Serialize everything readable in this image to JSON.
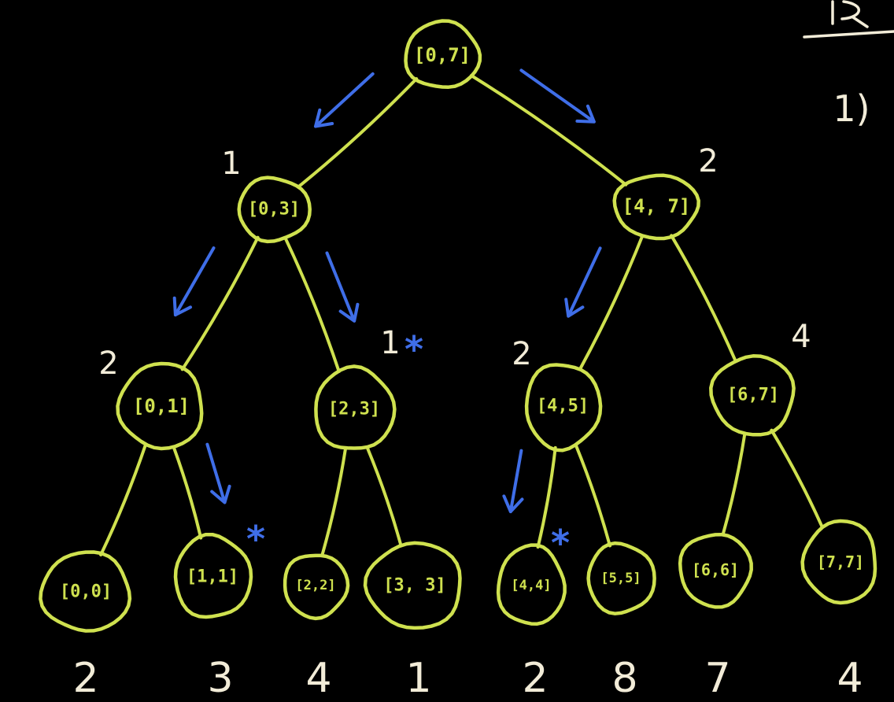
{
  "colors": {
    "background": "#000000",
    "tree": "#cfe14f",
    "annotation": "#f2ecd8",
    "arrow": "#3f6ee8"
  },
  "nodes": [
    {
      "id": "n0",
      "label": "[0,7]"
    },
    {
      "id": "n1",
      "label": "[0,3]"
    },
    {
      "id": "n2",
      "label": "[4, 7]"
    },
    {
      "id": "n3",
      "label": "[0,1]"
    },
    {
      "id": "n4",
      "label": "[2,3]"
    },
    {
      "id": "n5",
      "label": "[4,5]"
    },
    {
      "id": "n6",
      "label": "[6,7]"
    },
    {
      "id": "n7",
      "label": "[0,0]"
    },
    {
      "id": "n8",
      "label": "[1,1]"
    },
    {
      "id": "n9",
      "label": "[2,2]"
    },
    {
      "id": "n10",
      "label": "[3, 3]"
    },
    {
      "id": "n11",
      "label": "[4,4]"
    },
    {
      "id": "n12",
      "label": "[5,5]"
    },
    {
      "id": "n13",
      "label": "[6,6]"
    },
    {
      "id": "n14",
      "label": "[7,7]"
    }
  ],
  "edges": [
    [
      "n0",
      "n1"
    ],
    [
      "n0",
      "n2"
    ],
    [
      "n1",
      "n3"
    ],
    [
      "n1",
      "n4"
    ],
    [
      "n2",
      "n5"
    ],
    [
      "n2",
      "n6"
    ],
    [
      "n3",
      "n7"
    ],
    [
      "n3",
      "n8"
    ],
    [
      "n4",
      "n9"
    ],
    [
      "n4",
      "n10"
    ],
    [
      "n5",
      "n11"
    ],
    [
      "n5",
      "n12"
    ],
    [
      "n6",
      "n13"
    ],
    [
      "n6",
      "n14"
    ]
  ],
  "node_values": {
    "n1": "1",
    "n2": "2",
    "n3": "2",
    "n4": "1",
    "n5": "2",
    "n6": "4"
  },
  "starred": [
    "n4",
    "n8",
    "n11"
  ],
  "star_symbol": "*",
  "arrows": [
    "n0-n1",
    "n0-n2",
    "n1-n3",
    "n1-n4",
    "n3-n8",
    "n2-n5",
    "n5-n11"
  ],
  "array_values": [
    "2",
    "3",
    "4",
    "1",
    "2",
    "8",
    "7",
    "4"
  ],
  "side_notes": [
    "1)"
  ]
}
